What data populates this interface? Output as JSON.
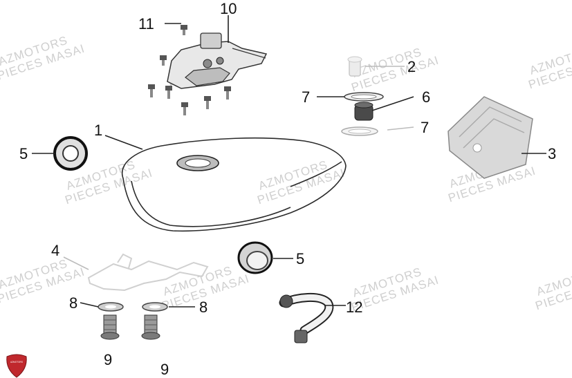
{
  "watermark": {
    "line1": "AZMOTORS",
    "line2": "PIECES MASAI"
  },
  "logo": {
    "text": "AZMOTORS",
    "color": "#c0282d"
  },
  "callouts": [
    {
      "id": "11",
      "label": "11"
    },
    {
      "id": "10",
      "label": "10"
    },
    {
      "id": "2a",
      "label": "2"
    },
    {
      "id": "7a",
      "label": "7"
    },
    {
      "id": "6",
      "label": "6"
    },
    {
      "id": "7b",
      "label": "7"
    },
    {
      "id": "1",
      "label": "1"
    },
    {
      "id": "5a",
      "label": "5"
    },
    {
      "id": "3",
      "label": "3"
    },
    {
      "id": "4",
      "label": "4"
    },
    {
      "id": "5b",
      "label": "5"
    },
    {
      "id": "8a",
      "label": "8"
    },
    {
      "id": "8b",
      "label": "8"
    },
    {
      "id": "12",
      "label": "12"
    },
    {
      "id": "9a",
      "label": "9"
    },
    {
      "id": "9b",
      "label": "9"
    }
  ]
}
